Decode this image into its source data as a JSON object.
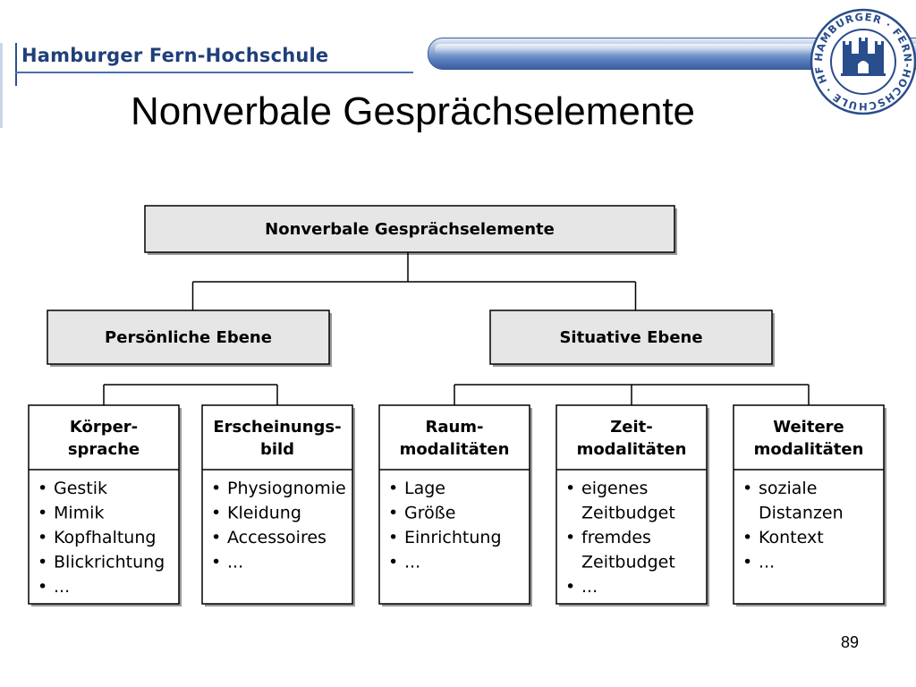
{
  "header": {
    "brand": "Hamburger Fern-Hochschule",
    "seal": {
      "ring_text": "HAMBURGER · FERN-HOCHSCHULE · HFH ·"
    }
  },
  "slide": {
    "title": "Nonverbale Gesprächselemente",
    "page_number": "89"
  },
  "diagram": {
    "root": {
      "label": "Nonverbale Gesprächselemente"
    },
    "levels": [
      {
        "label": "Persönliche Ebene",
        "categories": [
          {
            "title": [
              "Körper-",
              "sprache"
            ],
            "items": [
              "Gestik",
              "Mimik",
              "Kopfhaltung",
              "Blickrichtung",
              "..."
            ]
          },
          {
            "title": [
              "Erscheinungs-",
              "bild"
            ],
            "items": [
              "Physiognomie",
              "Kleidung",
              "Accessoires",
              "..."
            ]
          }
        ]
      },
      {
        "label": "Situative Ebene",
        "categories": [
          {
            "title": [
              "Raum-",
              "modalitäten"
            ],
            "items": [
              "Lage",
              "Größe",
              "Einrichtung",
              "..."
            ]
          },
          {
            "title": [
              "Zeit-",
              "modalitäten"
            ],
            "items": [
              "eigenes",
              "Zeitbudget",
              "fremdes",
              "Zeitbudget",
              "..."
            ],
            "bullets": [
              true,
              false,
              true,
              false,
              true
            ]
          },
          {
            "title": [
              "Weitere",
              "modalitäten"
            ],
            "items": [
              "soziale",
              "Distanzen",
              "Kontext",
              "..."
            ],
            "bullets": [
              true,
              false,
              true,
              true
            ]
          }
        ]
      }
    ],
    "colors": {
      "box_fill_gray": "#e6e6e6",
      "box_fill_white": "#ffffff",
      "line": "#000000",
      "brand_blue": "#1f3f7a"
    }
  }
}
